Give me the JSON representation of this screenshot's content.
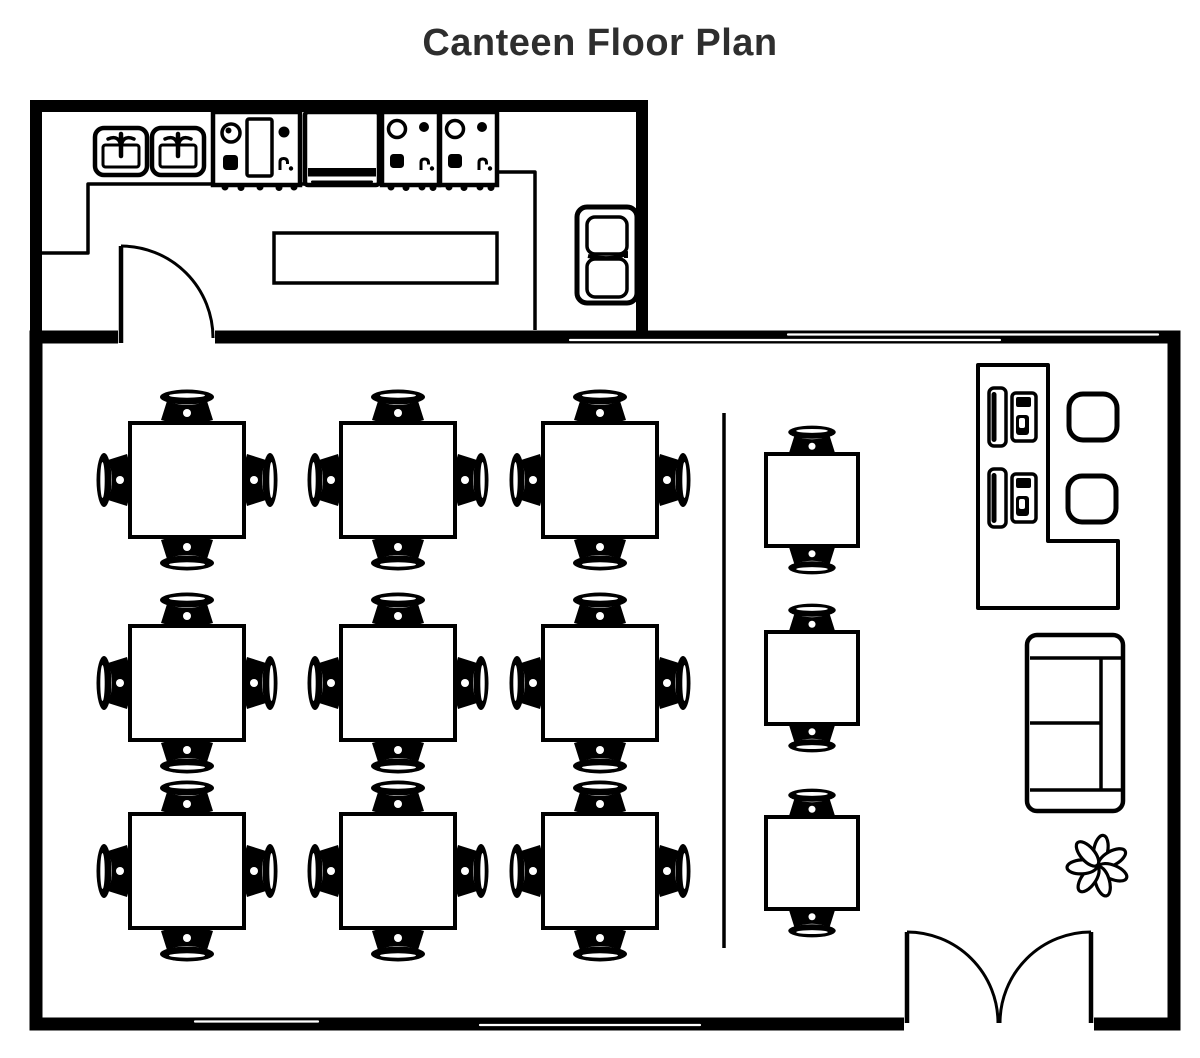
{
  "title": "Canteen Floor Plan",
  "colors": {
    "ink": "#000000",
    "title_text": "#2e2e2e",
    "background": "#ffffff"
  },
  "rooms": [
    {
      "name": "kitchen",
      "furniture": {
        "sinks": 2,
        "stove_units": 1,
        "oven_units": 1,
        "cooktop_units": 2,
        "prep_counters": 1,
        "refrigerators": 1,
        "swing_doors": 1
      }
    },
    {
      "name": "dining-hall",
      "furniture": {
        "four_seat_tables": 9,
        "two_seat_tables": 3,
        "dining_chairs": 42,
        "service_counters": 1,
        "cash_registers": 2,
        "stools": 2,
        "sofas": 1,
        "plants": 1,
        "double_doors": 1,
        "room_dividers": 1
      }
    }
  ]
}
